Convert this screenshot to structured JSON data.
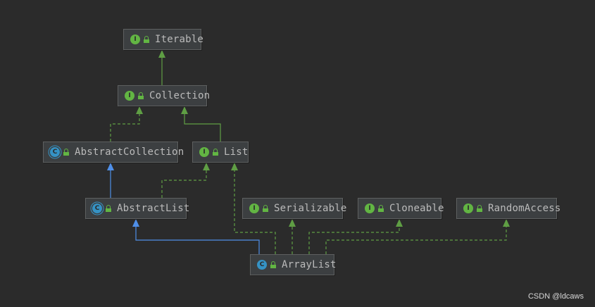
{
  "nodes": {
    "iterable": {
      "label": "Iterable",
      "kind": "interface",
      "kind_letter": "I"
    },
    "collection": {
      "label": "Collection",
      "kind": "interface",
      "kind_letter": "I"
    },
    "abstract_collection": {
      "label": "AbstractCollection",
      "kind": "abstract",
      "kind_letter": "C"
    },
    "list": {
      "label": "List",
      "kind": "interface",
      "kind_letter": "I"
    },
    "abstract_list": {
      "label": "AbstractList",
      "kind": "abstract",
      "kind_letter": "C"
    },
    "serializable": {
      "label": "Serializable",
      "kind": "interface",
      "kind_letter": "I"
    },
    "cloneable": {
      "label": "Cloneable",
      "kind": "interface",
      "kind_letter": "I"
    },
    "random_access": {
      "label": "RandomAccess",
      "kind": "interface",
      "kind_letter": "I"
    },
    "array_list": {
      "label": "ArrayList",
      "kind": "class",
      "kind_letter": "C"
    }
  },
  "colors": {
    "interface_extends": "#5f9e44",
    "implements": "#5f9e44",
    "class_extends": "#4f8fe8"
  },
  "watermark": "CSDN @ldcaws"
}
